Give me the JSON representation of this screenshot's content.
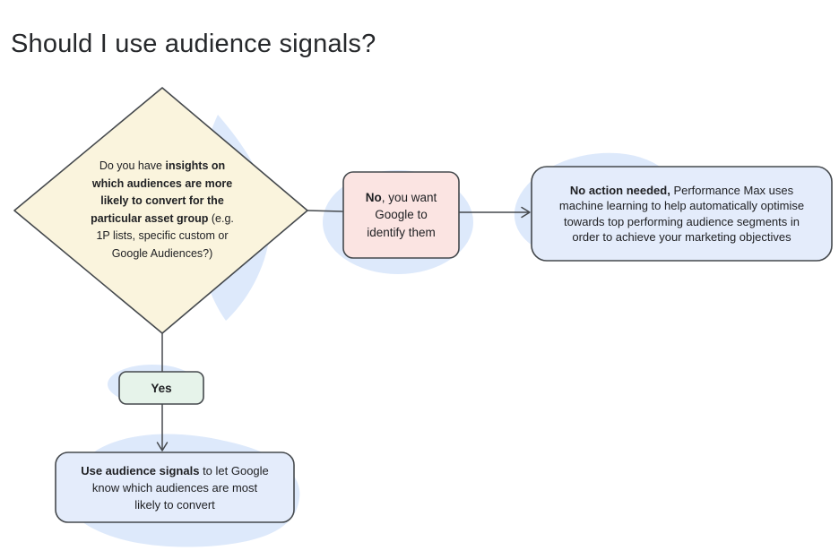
{
  "page": {
    "title": "Should I use audience signals?"
  },
  "colors": {
    "background": "#ffffff",
    "stroke": "#45494d",
    "text": "#202124",
    "blob_fill": "#dde9fb",
    "diamond_fill": "#faf4dd",
    "no_box_fill": "#fbe4e2",
    "yes_box_fill": "#e6f3ea",
    "info_box_fill": "#e4ecfb"
  },
  "flowchart": {
    "decision_diamond": {
      "lines": [
        {
          "pre": "Do you have ",
          "bold": "insights on"
        },
        {
          "bold": "which audiences are more"
        },
        {
          "bold": "likely to convert for the"
        },
        {
          "bold": "particular asset group",
          "post": " (e.g."
        },
        {
          "pre": "1P lists, specific custom or"
        },
        {
          "pre": "Google Audiences?)"
        }
      ]
    },
    "no_box": {
      "lines": [
        {
          "bold": "No",
          "post": ", you want"
        },
        {
          "pre": "Google to"
        },
        {
          "pre": "identify them"
        }
      ]
    },
    "no_action_box": {
      "lines": [
        {
          "bold": "No action needed,",
          "post": " Performance Max uses"
        },
        {
          "pre": "machine learning to help automatically optimise"
        },
        {
          "pre": "towards top performing audience segments in"
        },
        {
          "pre": "order to achieve your marketing objectives"
        }
      ]
    },
    "yes_box": {
      "label": "Yes"
    },
    "use_signals_box": {
      "lines": [
        {
          "bold": "Use audience signals",
          "post": " to let Google"
        },
        {
          "pre": "know which audiences are most"
        },
        {
          "pre": "likely to convert"
        }
      ]
    }
  }
}
